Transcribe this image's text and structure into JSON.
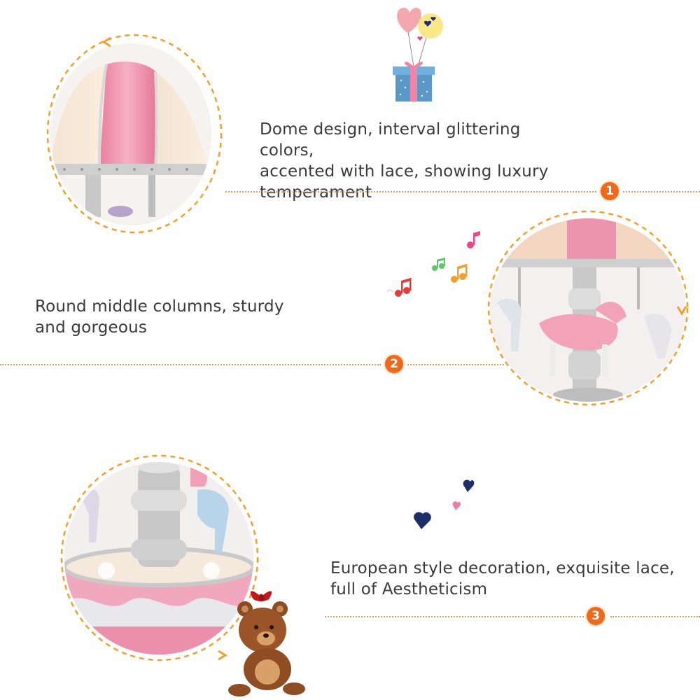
{
  "features": [
    {
      "number": "1",
      "text_lines": [
        "Dome design, interval glittering colors,",
        "accented with lace, showing luxury",
        "temperament"
      ]
    },
    {
      "number": "2",
      "text_lines": [
        "Round middle columns, sturdy",
        "and gorgeous"
      ]
    },
    {
      "number": "3",
      "text_lines": [
        "European style decoration, exquisite lace,",
        "full of Aestheticism"
      ]
    }
  ],
  "colors": {
    "accent_orange": "#ee6a1b",
    "dotted_line": "#e0a060",
    "dashed_circle": "#f0a030",
    "pink": "#e9809e",
    "navy_heart": "#1d2f6b"
  },
  "icons": [
    "gift-balloon-icon",
    "music-note-icon",
    "heart-icon",
    "teddy-bear-icon"
  ]
}
